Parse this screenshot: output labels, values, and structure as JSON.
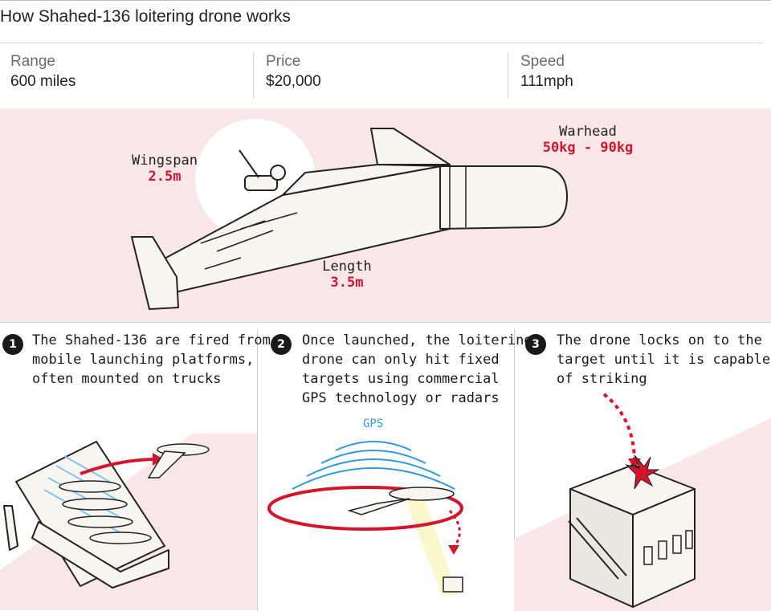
{
  "title": "How Shahed-136 loitering drone works",
  "stats": [
    {
      "label": "Range",
      "value": "600 miles"
    },
    {
      "label": "Price",
      "value": "$20,000"
    },
    {
      "label": "Speed",
      "value": "111mph"
    }
  ],
  "dimensions": {
    "wingspan": {
      "label": "Wingspan",
      "value": "2.5m"
    },
    "warhead": {
      "label": "Warhead",
      "value": "50kg - 90kg"
    },
    "length": {
      "label": "Length",
      "value": "3.5m"
    }
  },
  "steps": [
    {
      "number": "1",
      "lines": [
        "The Shahed-136 are fired from",
        "mobile launching platforms,",
        "often mounted on trucks"
      ]
    },
    {
      "number": "2",
      "lines": [
        "Once launched, the loitering",
        "drone can only hit fixed",
        "targets using commercial",
        "GPS technology or radars"
      ]
    },
    {
      "number": "3",
      "lines": [
        "The drone locks on to the",
        "target until it is capable",
        "of striking"
      ]
    }
  ],
  "gps_label": "GPS",
  "colors": {
    "accent": "#d4152b",
    "pink_band": "#f8e6e8",
    "gps_blue": "#2f9bd6",
    "launcher_blue": "#7fc6ec"
  }
}
